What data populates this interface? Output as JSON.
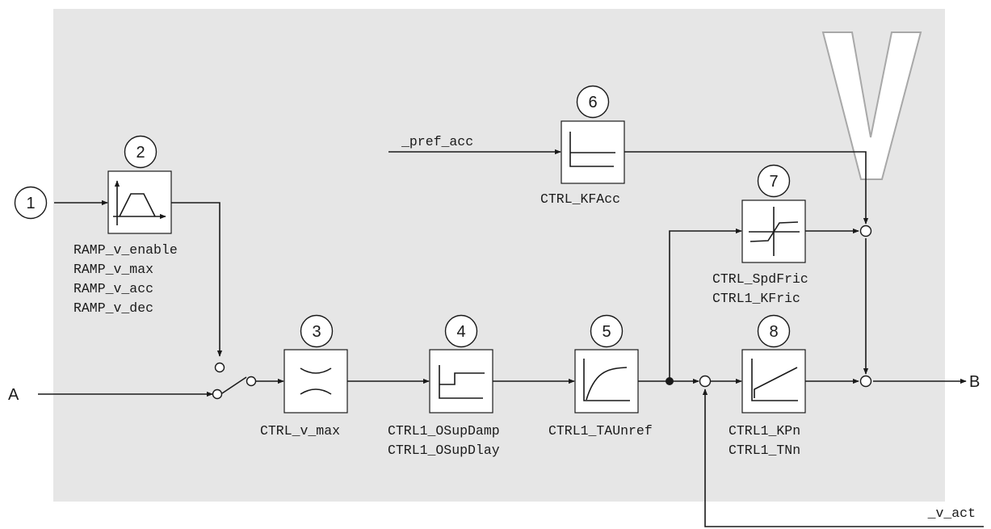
{
  "colors": {
    "panel_background": "#e6e6e6",
    "line": "#1a1a1a",
    "box_fill": "#ffffff",
    "watermark_outline": "#a8a8a8"
  },
  "watermark_letter": "V",
  "inputs": {
    "badge_1": "1",
    "A": "A"
  },
  "output": "B",
  "signals": {
    "pref_acc": "_pref_acc",
    "v_act": "_v_act"
  },
  "blocks": [
    {
      "id": "ramp",
      "badge": "2",
      "icon": "ramp-profile-icon",
      "params": [
        "RAMP_v_enable",
        "RAMP_v_max",
        "RAMP_v_acc",
        "RAMP_v_dec"
      ]
    },
    {
      "id": "v-max-limit",
      "badge": "3",
      "icon": "limiter-icon",
      "params": [
        "CTRL_v_max"
      ]
    },
    {
      "id": "overshoot-suppression",
      "badge": "4",
      "icon": "step-response-icon",
      "params": [
        "CTRL1_OSupDamp",
        "CTRL1_OSupDlay"
      ]
    },
    {
      "id": "reference-filter",
      "badge": "5",
      "icon": "first-order-filter-icon",
      "params": [
        "CTRL1_TAUnref"
      ]
    },
    {
      "id": "acceleration-feedforward",
      "badge": "6",
      "icon": "step-icon",
      "params": [
        "CTRL_KFAcc"
      ]
    },
    {
      "id": "friction-compensation",
      "badge": "7",
      "icon": "friction-curve-icon",
      "params": [
        "CTRL_SpdFric",
        "CTRL1_KFric"
      ]
    },
    {
      "id": "pi-controller",
      "badge": "8",
      "icon": "pi-controller-icon",
      "params": [
        "CTRL1_KPn",
        "CTRL1_TNn"
      ]
    }
  ]
}
